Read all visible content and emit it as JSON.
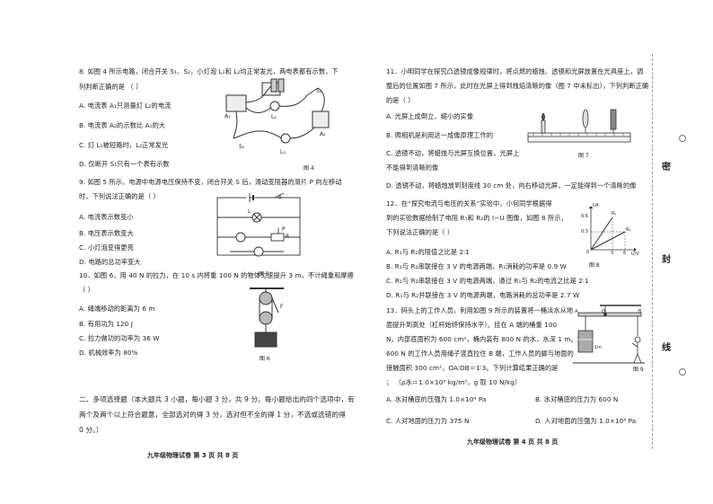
{
  "left": {
    "q8": {
      "stem1": "8. 如图 4 所示电路，闭合开关 S₁、S₂，小灯泡 L₁和 L₂均正常发光，两电表都有示数，下",
      "stem2": "列判断正确的是 （      ）",
      "A": "A. 电流表 A₁只测量灯 L₂的电流",
      "B": "B. 电流表 A₂的示数比 A₁的大",
      "C": "C. 灯 L₁被短路时，L₂正常发光",
      "D": "D. 仅断开 S₁只有一个表有示数",
      "fig": "图 4"
    },
    "q9": {
      "stem1": "9. 如图 5 所示，电源中电源电压保持不变，闭合开关 S 后，滑动变阻器的滑片 P 向左移动",
      "stem2": "时，下列说法正确的是（      ）",
      "A": "A. 电流表示数变小",
      "B": "B. 电压表示数变大",
      "C": "C. 小灯泡变得更亮",
      "D": "D. 电路的总功率变大",
      "fig": "图 5"
    },
    "q10": {
      "stem1": "10．如图 6，用 40 N 的拉力，在 10 s 内将重 100 N 的物体匀速提升 3 m，不计绳重和摩擦",
      "stem2": "（      ）",
      "A": "A. 绳端移动的距离为 6 m",
      "B": "B. 有用功为 120 J",
      "C": "C. 拉力做功的功率为 36 W",
      "D": "D. 机械效率为 80%",
      "fig": "图 6"
    },
    "section2": {
      "line1": "二、多项选择题（本大题共 3 小题，每小题 3 分，共 9 分。每小题给出的四个选项中，有",
      "line2": "两个及两个以上符合题意，全部选对的得 3 分，选对但不全的得 1 分，不选或选错的得",
      "line3": "0 分。）"
    },
    "footer": "九年级物理试卷    第 3 页    共 8 页"
  },
  "right": {
    "q11": {
      "stem1": "11．小明同学在探究凸透镜成像规律时，将点燃的蜡烛、透镜和光屏放置在光具座上，调",
      "stem2": "整后的位置如图 7 所示，此时在光屏上得到烛焰清晰的像（图 7 中未标出），下列判断正确",
      "stem3": "的是（      ）",
      "A": "A. 光屏上成倒立、缩小的实像",
      "B": "B. 照相机是利用这一成像原理工作的",
      "C1": "C. 透镜不动，将蜡烛与光屏互换位置，光屏上",
      "C2": "不能得到清晰的像",
      "D": "D. 透镜不动，将蜡烛放到刻度线 30 cm 处，向右移动光屏，一定能得到一个清晰的像",
      "fig": "图 7"
    },
    "q12": {
      "stem1": "12．在“探究电流与电压的关系”实验中，小何同学根据得",
      "stem2": "到的实验数据绘制了电阻 R₁和 R₂的 I−U 图像，如图 8 所示，",
      "stem3": "下列说法正确的是（      ）",
      "A": "A. R₁与 R₂的阻值之比是 2∶1",
      "B": "B. R₁与 R₂串联接在 3 V 的电源两端，R₁消耗的功率是 0.9 W",
      "C": "C. R₁与 R₂串联接在 3 V 的电源两端，通过 R₁与 R₂的电流之比是 2∶1",
      "D": "D. R₁与 R₂并联接在 3 V 的电源两端，电路消耗的总功率是 2.7 W",
      "fig": "图 8"
    },
    "q13": {
      "stem1": "13．码头上的工作人员，利用如图 9 所示的装置将一桶淡水从地",
      "stem2": "面提升到高处（杠杆始终保持水平）。挂在 A 端的桶重 100",
      "stem3": "N，内部底面积为 600 cm²，桶内装有 800 N 的水，水深 1 m。重",
      "stem4": "600 N 的工作人员用绳子竖直拉住 B 端，工作人员的脚与地面的",
      "stem5": "接触面积 300 cm²，OA∶OB＝1∶3。下列计算结果正确的是",
      "stem6": "；  （ρ水＝1.0×10³ kg/m³，g 取 10 N/kg）",
      "A": "A. 水对桶底的压强为 1.0×10⁴ Pa",
      "B": "B. 水对桶底的压力为 600 N",
      "C": "C. 人对地面的压力为 375 N",
      "D": "D. 人对地面的压强为 1.0×10⁴ Pa",
      "fig": "图 9"
    },
    "footer": "九年级物理试卷    第 4 页    共 8 页"
  },
  "margin": {
    "c1": "密",
    "c2": "封",
    "c3": "线"
  },
  "figs": {
    "s": "S",
    "l": "L",
    "p": "P",
    "r": "R",
    "f": "F",
    "a1": "A₁",
    "a2": "A₂",
    "l1": "L₁",
    "l2": "L₂",
    "s1": "S₁",
    "s2": "S₂",
    "ia": "I/A",
    "uv": "U/V",
    "r1": "R₁",
    "r2": "R₂",
    "v06": "0.6",
    "v03": "0.3",
    "v3": "3",
    "v6": "6",
    "zero": "0",
    "oo": "O",
    "aa": "A",
    "bb": "B",
    "m1": "1m"
  }
}
